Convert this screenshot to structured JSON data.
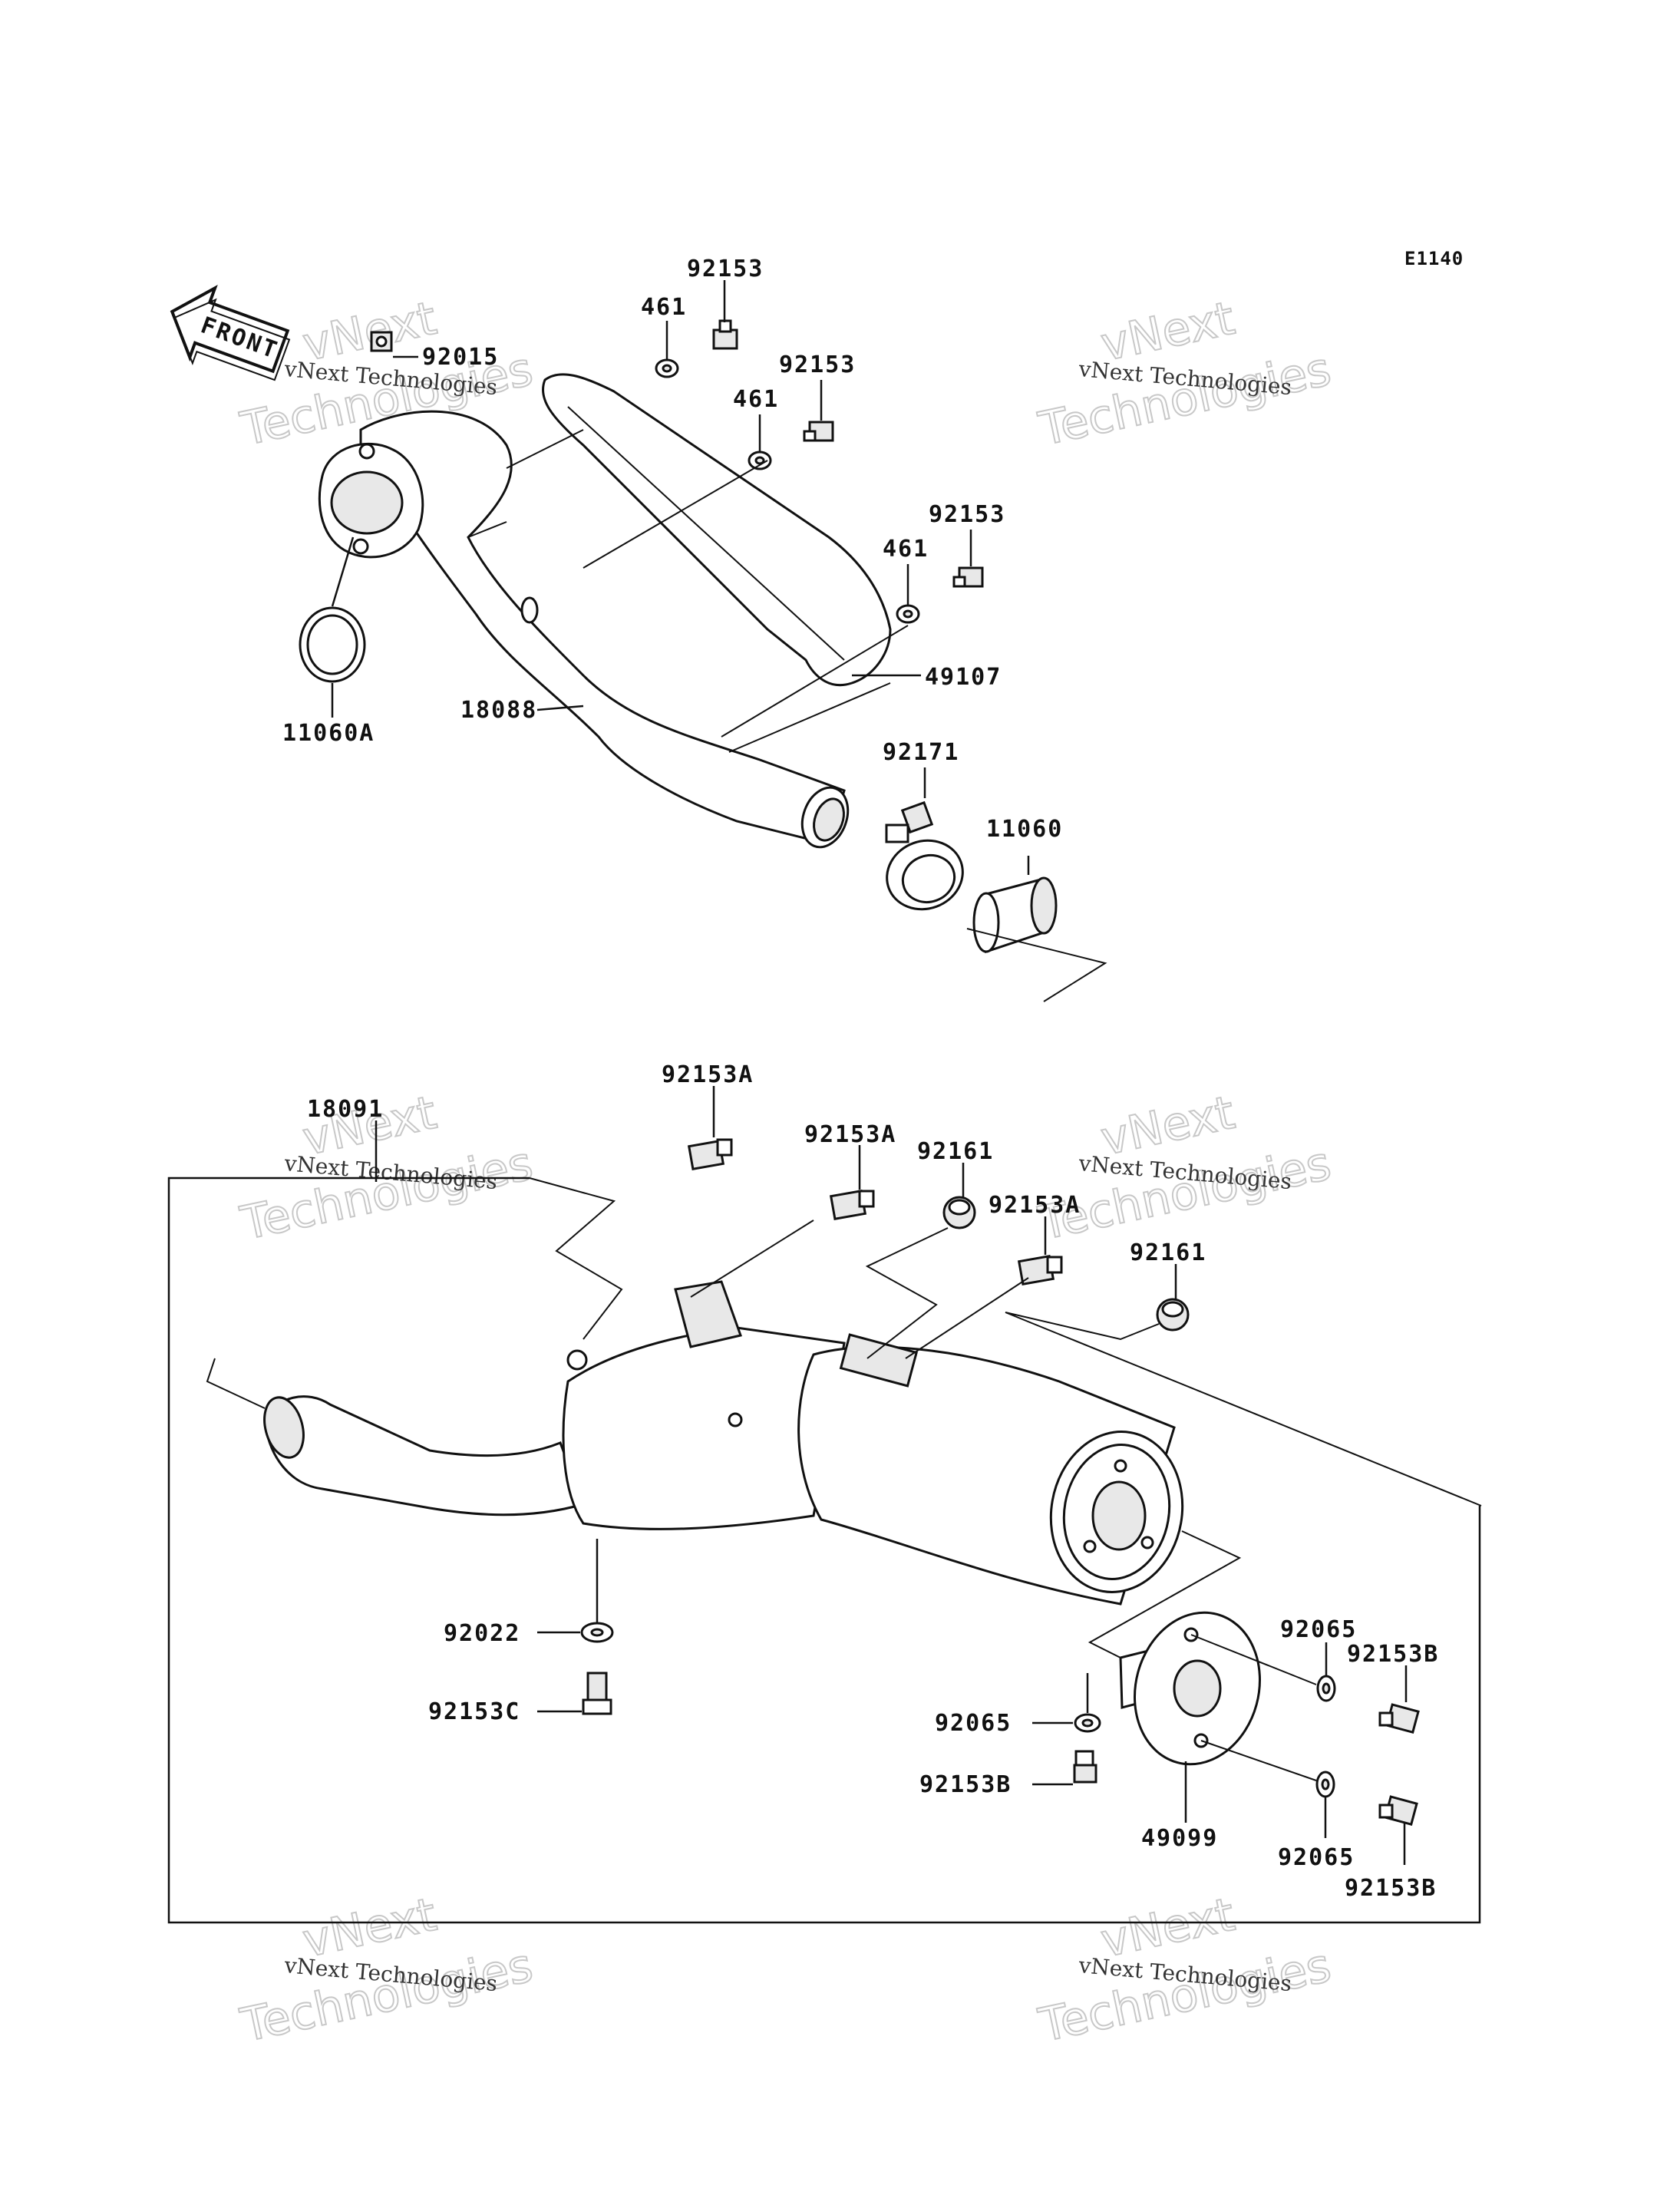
{
  "diagram_code": "E1140",
  "front_arrow_label": "FRONT",
  "watermark": {
    "line1": "vNext Technologies",
    "line2": "vNext",
    "line3": "Technologies"
  },
  "parts": {
    "p92153_top": "92153",
    "p461_a": "461",
    "p92015": "92015",
    "p92153_mid": "92153",
    "p461_b": "461",
    "p92153_right": "92153",
    "p461_c": "461",
    "p49107": "49107",
    "p18088": "18088",
    "p11060A": "11060A",
    "p92171": "92171",
    "p11060": "11060",
    "p92153A_1": "92153A",
    "p18091": "18091",
    "p92153A_2": "92153A",
    "p92161_1": "92161",
    "p92153A_3": "92153A",
    "p92161_2": "92161",
    "p92022": "92022",
    "p92153C": "92153C",
    "p92065_1": "92065",
    "p92153B_1": "92153B",
    "p92065_2": "92065",
    "p92153B_2": "92153B",
    "p49099": "49099",
    "p92065_3": "92065",
    "p92153B_3": "92153B"
  }
}
